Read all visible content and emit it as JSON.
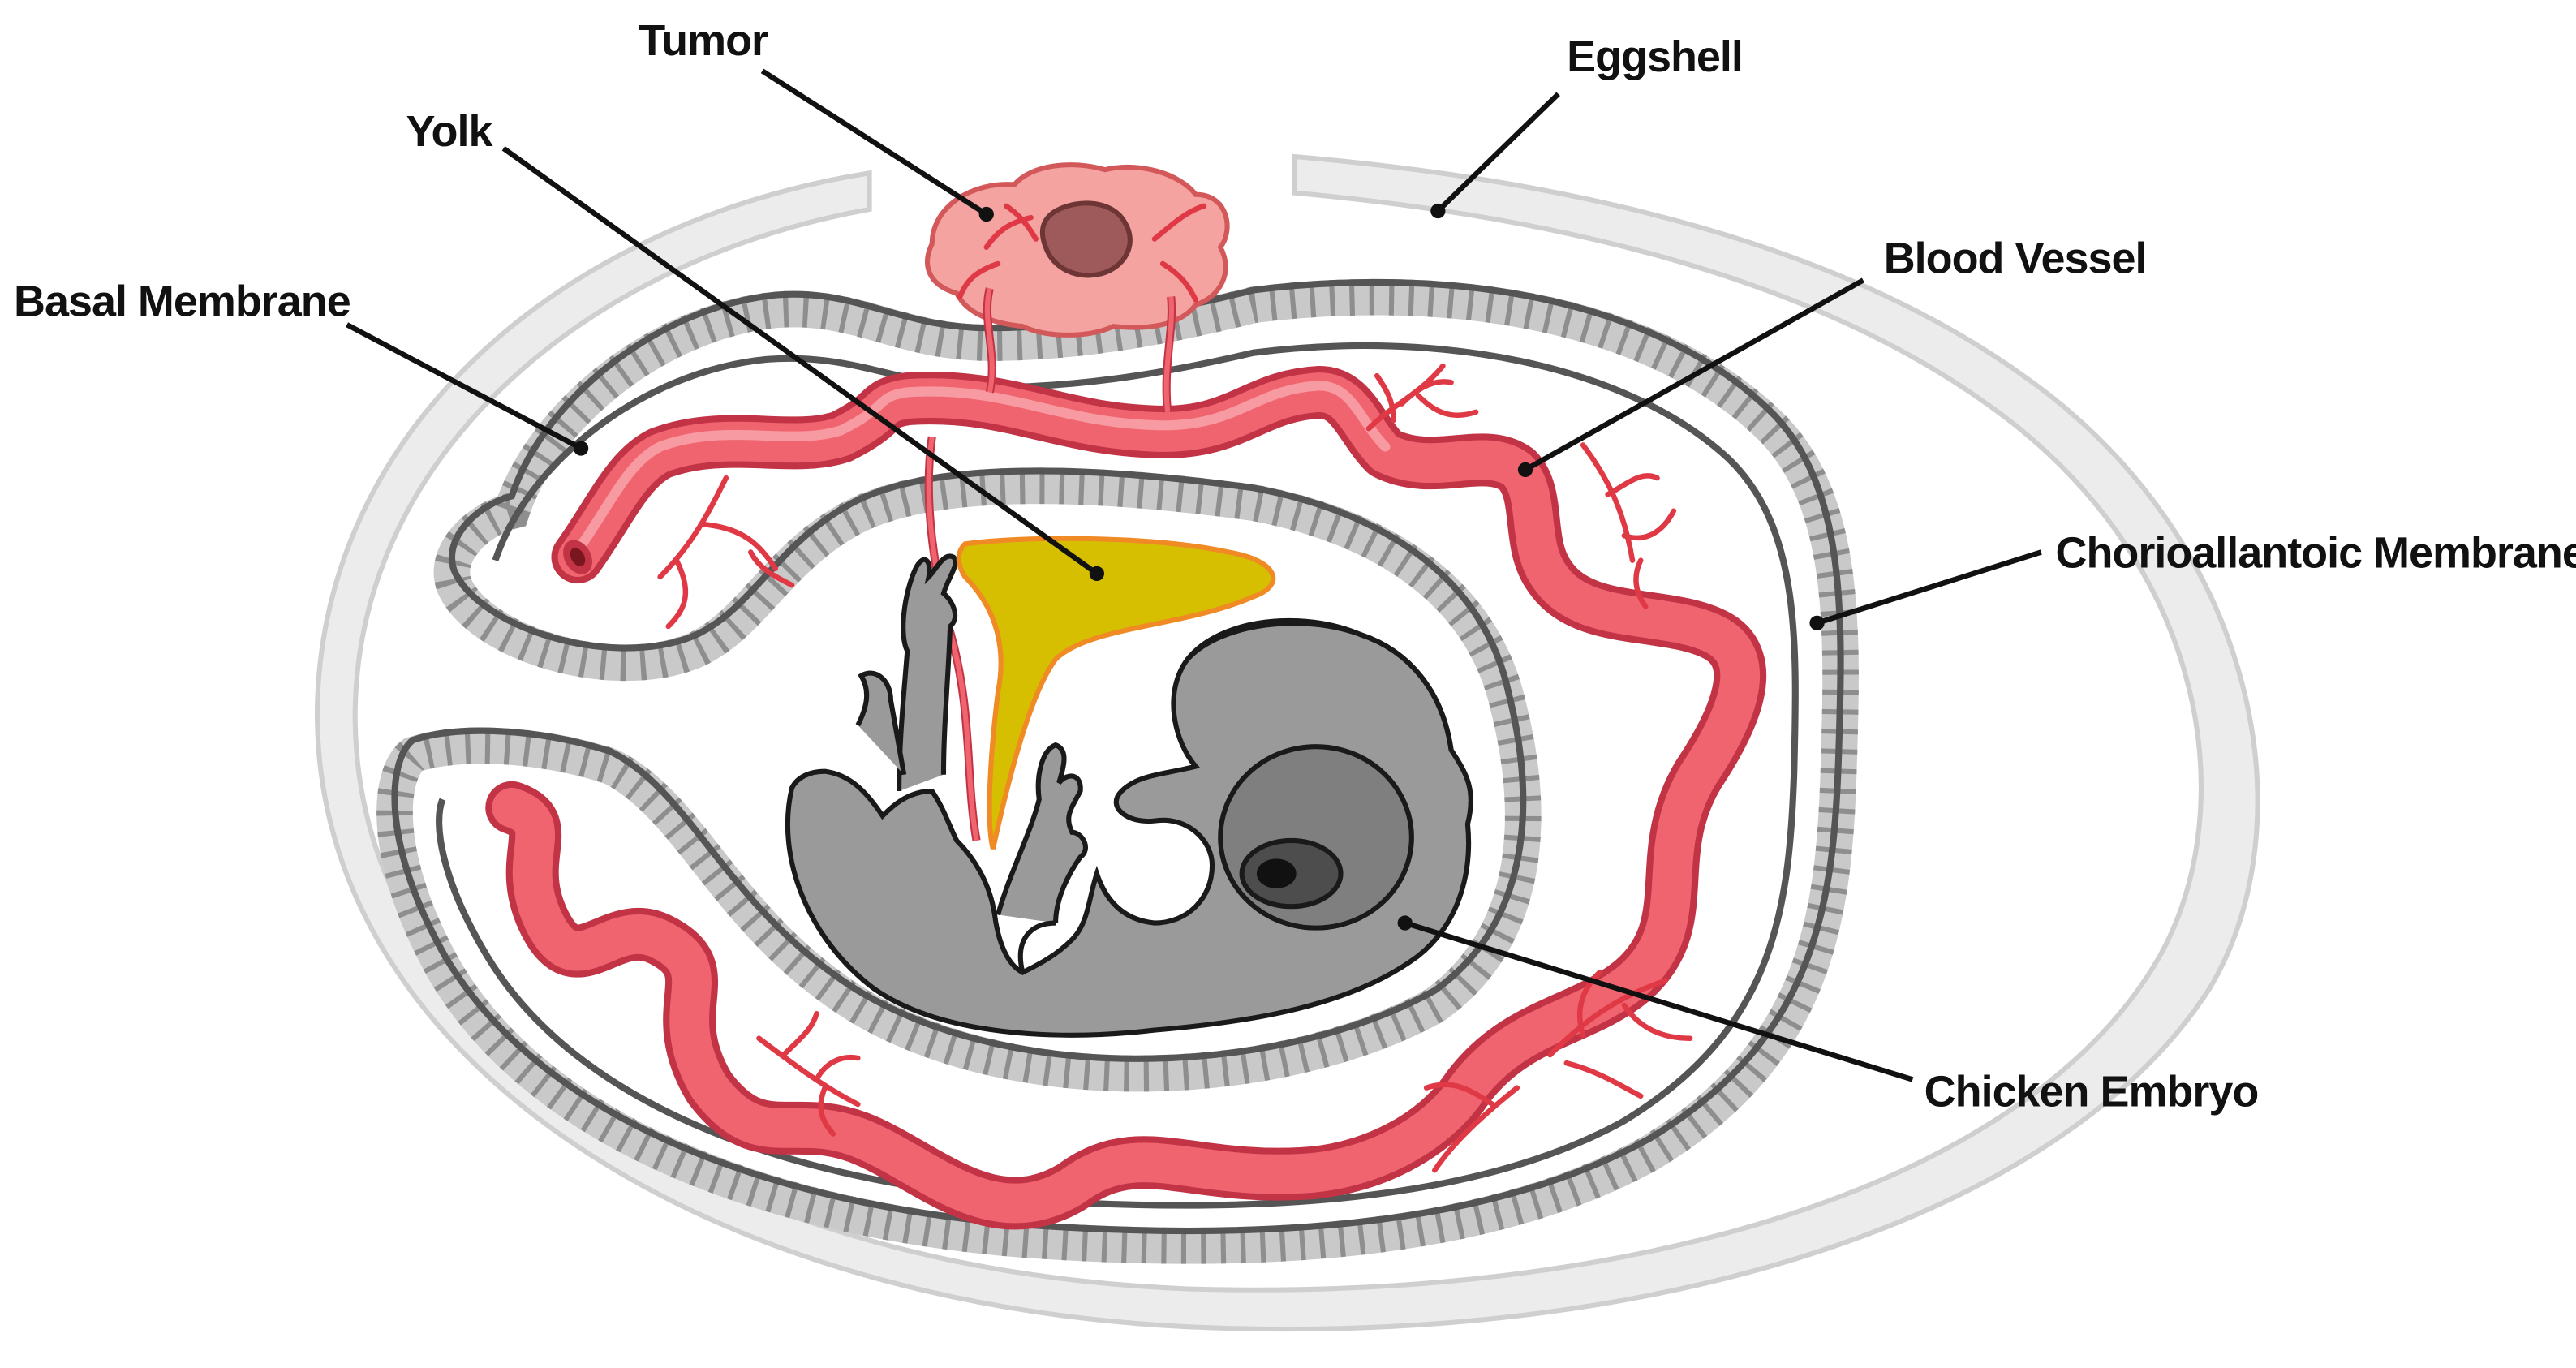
{
  "labels": {
    "tumor": "Tumor",
    "eggshell": "Eggshell",
    "yolk": "Yolk",
    "blood_vessel": "Blood Vessel",
    "basal_membrane": "Basal Membrane",
    "chorioallantoic_membrane": "Chorioallantoic Membrane",
    "chicken_embryo": "Chicken Embryo"
  },
  "colors": {
    "eggshell_fill": "#ececec",
    "eggshell_stroke": "#cfcfcf",
    "membrane": "#555555",
    "vessel": "#f0646f",
    "vessel_edge": "#c23445",
    "tumor": "#f4a3a0",
    "tumor_core": "#9e5a5a",
    "yolk": "#d6bf00",
    "yolk_edge": "#f08a24",
    "embryo": "#9a9a9a",
    "embryo_outline": "#1a1a1a"
  }
}
